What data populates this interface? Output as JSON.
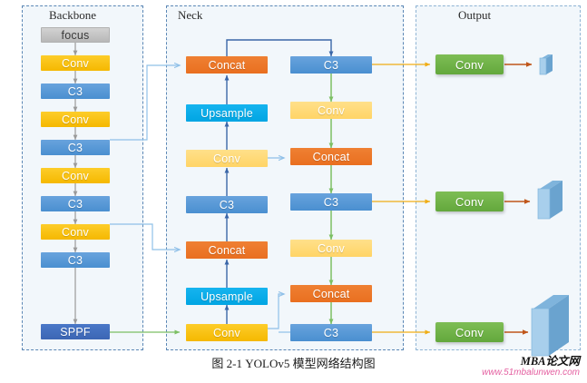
{
  "figure": {
    "caption": "图 2-1 YOLOv5 模型网络结构图",
    "watermark_title": "MBA论文网",
    "watermark_url": "www.51mbalunwen.com"
  },
  "sections": {
    "backbone": {
      "title": "Backbone"
    },
    "neck": {
      "title": "Neck"
    },
    "output": {
      "title": "Output"
    }
  },
  "colors": {
    "conv": "#f5b800",
    "conv_light": "#ffd466",
    "c3": "#4a8fd0",
    "sppf": "#3c66b4",
    "concat": "#e96f20",
    "upsample": "#00a5e3",
    "focus": "#b8b8b8",
    "output_conv": "#63a83c",
    "panel_bg": "#f2f7fb",
    "panel_border": "#5b87b5",
    "arrow_gray": "#9a9a9a",
    "arrow_blue": "#8fc0e8",
    "arrow_darkblue": "#3a66a8",
    "arrow_green": "#7cbf63",
    "arrow_yellow": "#f5b800",
    "arrow_orange": "#c0561a",
    "cube_face": "#a8cfec"
  },
  "backbone": {
    "blocks": [
      {
        "label": "focus",
        "type": "focus"
      },
      {
        "label": "Conv",
        "type": "conv"
      },
      {
        "label": "C3",
        "type": "c3"
      },
      {
        "label": "Conv",
        "type": "conv"
      },
      {
        "label": "C3",
        "type": "c3"
      },
      {
        "label": "Conv",
        "type": "conv"
      },
      {
        "label": "C3",
        "type": "c3"
      },
      {
        "label": "Conv",
        "type": "conv"
      },
      {
        "label": "C3",
        "type": "c3"
      },
      {
        "label": "SPPF",
        "type": "sppf"
      }
    ]
  },
  "neck": {
    "left_column": [
      {
        "label": "Concat",
        "type": "concat"
      },
      {
        "label": "Upsample",
        "type": "upsample"
      },
      {
        "label": "Conv",
        "type": "conv_light"
      },
      {
        "label": "C3",
        "type": "c3"
      },
      {
        "label": "Concat",
        "type": "concat"
      },
      {
        "label": "Upsample",
        "type": "upsample"
      },
      {
        "label": "Conv",
        "type": "conv"
      }
    ],
    "right_column": [
      {
        "label": "C3",
        "type": "c3"
      },
      {
        "label": "Conv",
        "type": "conv_light"
      },
      {
        "label": "Concat",
        "type": "concat"
      },
      {
        "label": "C3",
        "type": "c3"
      },
      {
        "label": "Conv",
        "type": "conv_light"
      },
      {
        "label": "Concat",
        "type": "concat"
      },
      {
        "label": "C3",
        "type": "c3"
      }
    ]
  },
  "output": {
    "blocks": [
      {
        "label": "Conv",
        "scale": "small"
      },
      {
        "label": "Conv",
        "scale": "medium"
      },
      {
        "label": "Conv",
        "scale": "large"
      }
    ]
  }
}
